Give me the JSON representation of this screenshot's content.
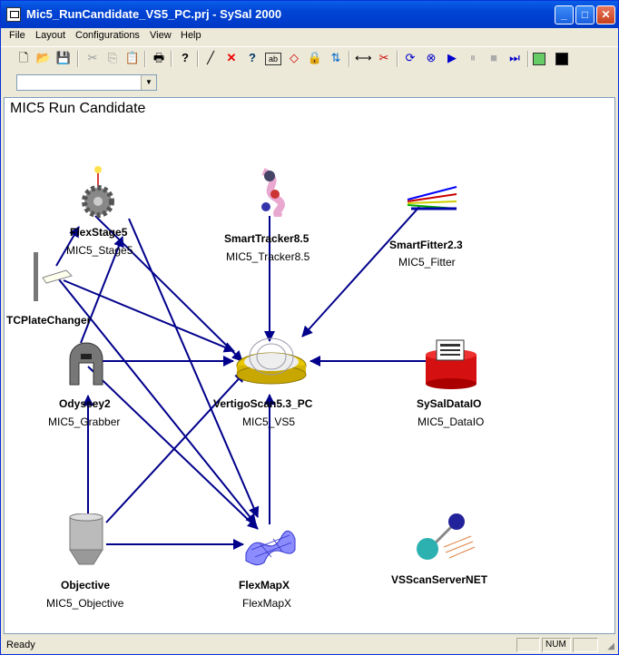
{
  "window": {
    "title": "Mic5_RunCandidate_VS5_PC.prj - SySal 2000"
  },
  "menu": [
    "File",
    "Layout",
    "Configurations",
    "View",
    "Help"
  ],
  "toolbar_icons": [
    "new-icon",
    "open-icon",
    "save-icon",
    "cut-icon",
    "copy-icon",
    "paste-icon",
    "print-icon",
    "help-icon",
    "connect-icon",
    "delete-icon",
    "query-icon",
    "label-icon",
    "select-icon",
    "lock-icon",
    "swap-icon",
    "link-icon",
    "unlink-icon",
    "refresh-icon",
    "stop-sync-icon",
    "play-icon",
    "pause-icon",
    "stop-icon",
    "step-icon",
    "grid-icon",
    "black-icon"
  ],
  "combo": {
    "value": ""
  },
  "canvas": {
    "title": "MIC5 Run Candidate",
    "nodes": [
      {
        "name": "FlexStage5",
        "instance": "MIC5_Stage5"
      },
      {
        "name": "SmartTracker8.5",
        "instance": "MIC5_Tracker8.5"
      },
      {
        "name": "SmartFitter2.3",
        "instance": "MIC5_Fitter"
      },
      {
        "name": "TCPlateChanger",
        "instance": ""
      },
      {
        "name": "Odyssey2",
        "instance": "MIC5_Grabber"
      },
      {
        "name": "VertigoScan5.3_PC",
        "instance": "MIC5_VS5"
      },
      {
        "name": "SySalDataIO",
        "instance": "MIC5_DataIO"
      },
      {
        "name": "Objective",
        "instance": "MIC5_Objective"
      },
      {
        "name": "FlexMapX",
        "instance": "FlexMapX"
      },
      {
        "name": "VSScanServerNET",
        "instance": ""
      }
    ]
  },
  "status": {
    "text": "Ready",
    "num": "NUM"
  },
  "colors": {
    "link": "#00008b",
    "title": "#0a5fe8"
  }
}
